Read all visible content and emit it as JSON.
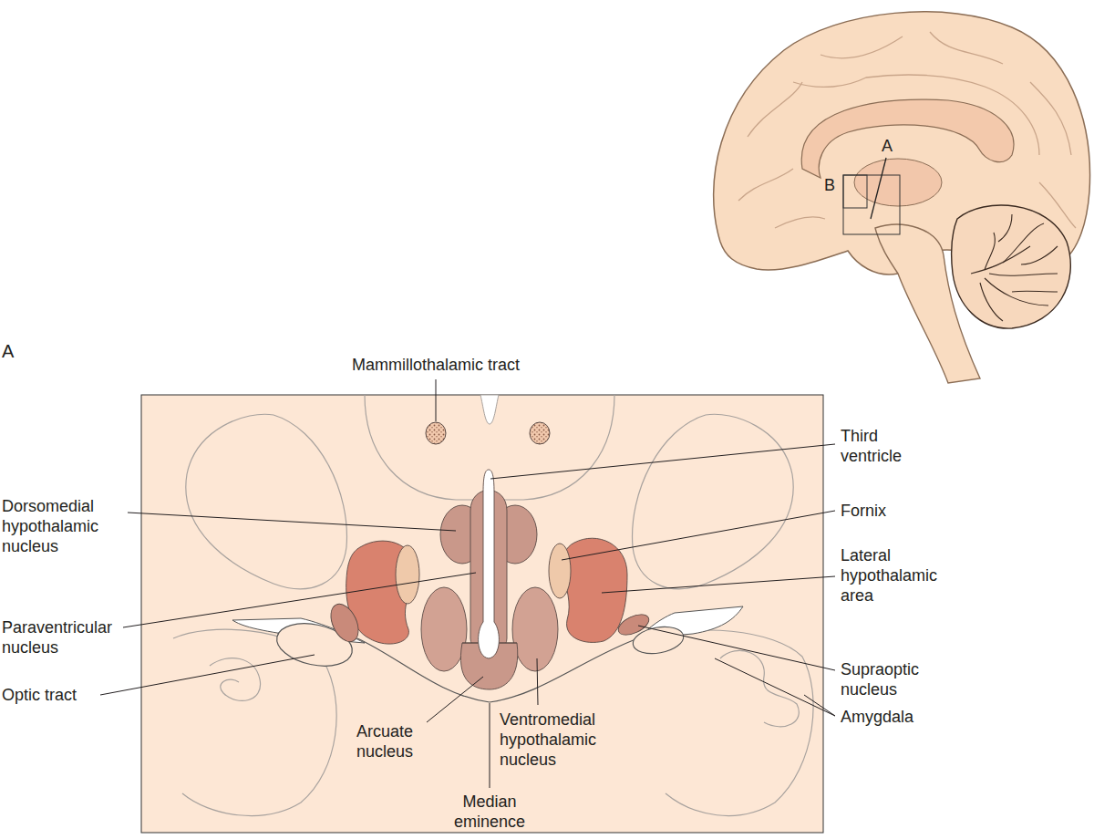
{
  "diagram": {
    "labels": [
      "A",
      "Mammillothalamic tract",
      "Third ventricle",
      "Dorsomedial hypothalamic nucleus",
      "Fornix",
      "Lateral hypothalamic area",
      "Paraventricular nucleus",
      "Supraoptic nucleus",
      "Optic tract",
      "Amygdala",
      "Arcuate nucleus",
      "Ventromedial hypothalamic nucleus",
      "Median eminence",
      "A",
      "B"
    ]
  }
}
